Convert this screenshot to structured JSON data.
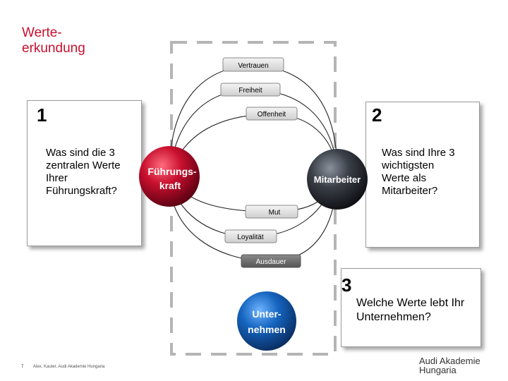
{
  "title": {
    "line1": "Werte-",
    "line2": "erkundung"
  },
  "panels": {
    "p1": {
      "number": "1",
      "lines": [
        "Was sind die 3",
        "zentralen Werte",
        "Ihrer",
        "Führungskraft?"
      ]
    },
    "p2": {
      "number": "2",
      "lines": [
        "Was sind Ihre 3",
        "wichtigsten",
        "Werte als",
        "Mitarbeiter?"
      ]
    },
    "p3": {
      "number": "3",
      "lines": [
        "Welche Werte lebt Ihr",
        "Unternehmen?"
      ]
    }
  },
  "values": [
    "Vertrauen",
    "Freiheit",
    "Offenheit",
    "Mut",
    "Loyalität",
    "Ausdauer"
  ],
  "spheres": {
    "fuehrung": {
      "line1": "Führungs-",
      "line2": "kraft",
      "color": "#c8102e"
    },
    "mitarbeiter": {
      "line1": "Mitarbeiter",
      "color": "#3a3f47"
    },
    "unternehmen": {
      "line1": "Unter-",
      "line2": "nehmen",
      "color": "#1565c0"
    }
  },
  "footer": {
    "page": "7",
    "text": "Alex. Kauter, Audi Akademie Hungaria"
  },
  "logo": {
    "line1": "Audi Akademie",
    "line2": "Hungaria"
  }
}
